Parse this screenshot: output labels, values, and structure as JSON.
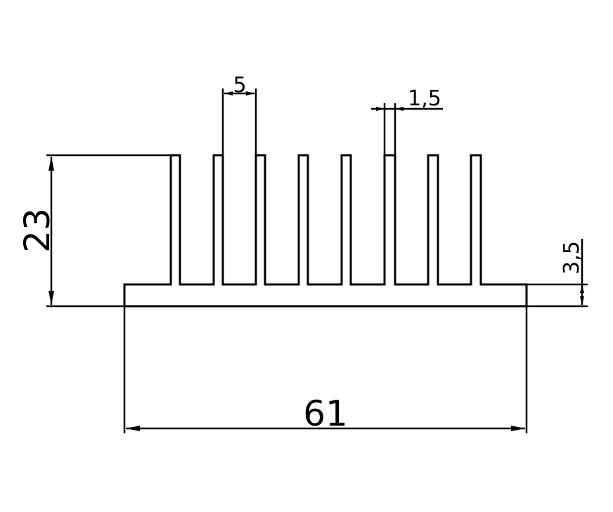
{
  "dimensions": {
    "height": "23",
    "base_width": "61",
    "fin_spacing": "5",
    "fin_thickness": "1,5",
    "base_thickness": "3,5"
  }
}
